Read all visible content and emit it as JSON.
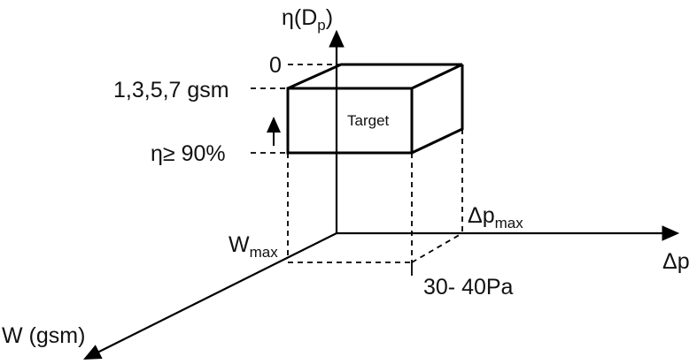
{
  "axes": {
    "y_label": {
      "main": "η(D",
      "sub": "p",
      "end": ")"
    },
    "x_label": "Δp",
    "w_label": "W (gsm)"
  },
  "annotations": {
    "zero": "0",
    "gsm_levels": "1,3,5,7 gsm",
    "efficiency": "η≥  90%",
    "w_max": {
      "main": "W",
      "sub": "max"
    },
    "dp_max": {
      "main": "Δp",
      "sub": "max"
    },
    "pressure": "30- 40Pa"
  },
  "box_label": "Target"
}
